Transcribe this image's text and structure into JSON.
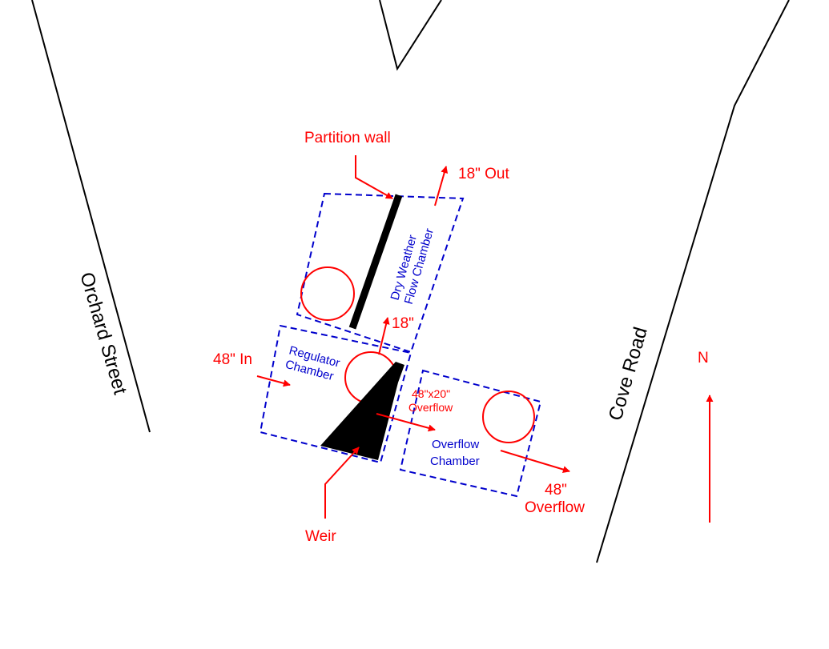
{
  "roads": {
    "orchard": "Orchard Street",
    "cove": "Cove Road"
  },
  "labels": {
    "partition_wall": "Partition wall",
    "out_18": "18\" Out",
    "pipe_18": "18\"",
    "in_48": "48\" In",
    "overflow_48_line1": "48\"",
    "overflow_48_line2": "Overflow",
    "weir_opening_line1": "48\"x20\"",
    "weir_opening_line2": "Overflow",
    "weir": "Weir",
    "north": "N"
  },
  "chambers": {
    "dry_weather_line1": "Dry Weather",
    "dry_weather_line2": "Flow Chamber",
    "regulator_line1": "Regulator",
    "regulator_line2": "Chamber",
    "overflow_line1": "Overflow",
    "overflow_line2": "Chamber"
  },
  "colors": {
    "annotation": "#ff0000",
    "chamber_outline": "#0000cc",
    "road": "#000000",
    "structure": "#000000"
  }
}
